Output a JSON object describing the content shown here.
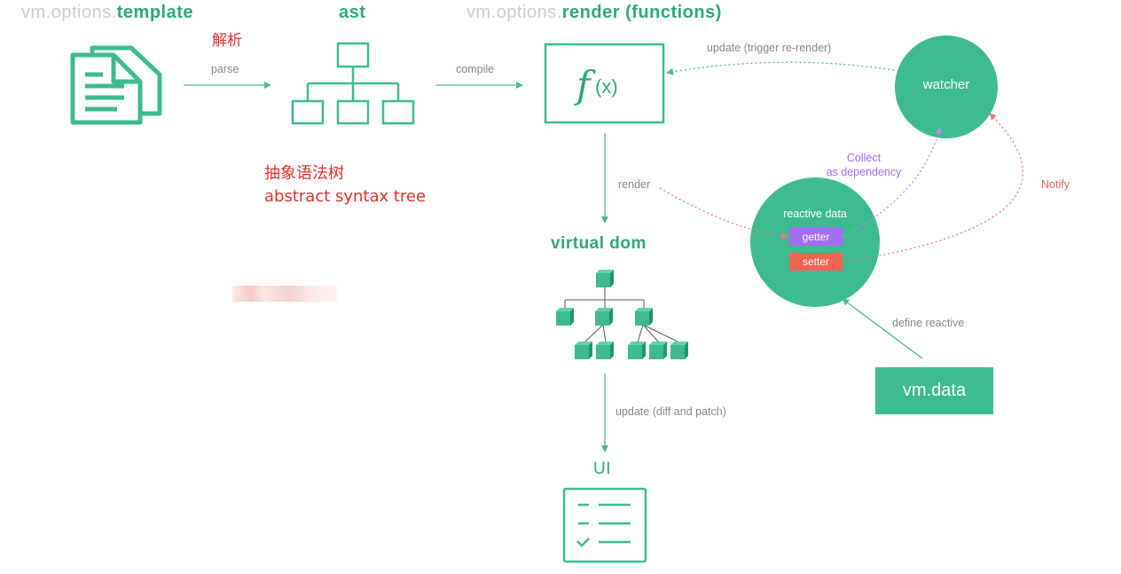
{
  "nodes": {
    "template": {
      "prefix": "vm.options.",
      "name": "template"
    },
    "ast": {
      "label": "ast"
    },
    "render_fn": {
      "prefix": "vm.options.",
      "name": "render (functions)",
      "symbol_f": "f",
      "symbol_x": "(x)"
    },
    "watcher": {
      "label": "watcher"
    },
    "reactive": {
      "label": "reactive data",
      "getter": "getter",
      "setter": "setter"
    },
    "vm_data": {
      "label": "vm.data"
    },
    "virtual_dom": {
      "label": "virtual dom"
    },
    "ui": {
      "label": "UI"
    }
  },
  "edges": {
    "parse": "parse",
    "compile": "compile",
    "update_trigger": "update (trigger re-render)",
    "render": "render",
    "collect": [
      "Collect",
      "as dependency"
    ],
    "notify": "Notify",
    "define_reactive": "define reactive",
    "update_diff": "update (diff and patch)"
  },
  "annotations": {
    "parse_cn": "解析",
    "ast_cn": "抽象语法树",
    "ast_en": "abstract syntax tree"
  },
  "colors": {
    "green": "#3dbb8f",
    "green_dark": "#2fa67f",
    "purple": "#a06cf0",
    "red_notify": "#e8646a",
    "getter": "#a36df0",
    "setter": "#f26452",
    "annotation_red": "#e0302a"
  },
  "icons": {
    "template": "documents-icon",
    "ast": "tree-structure-icon",
    "virtual_dom": "cube-tree-icon",
    "ui": "checklist-icon"
  }
}
